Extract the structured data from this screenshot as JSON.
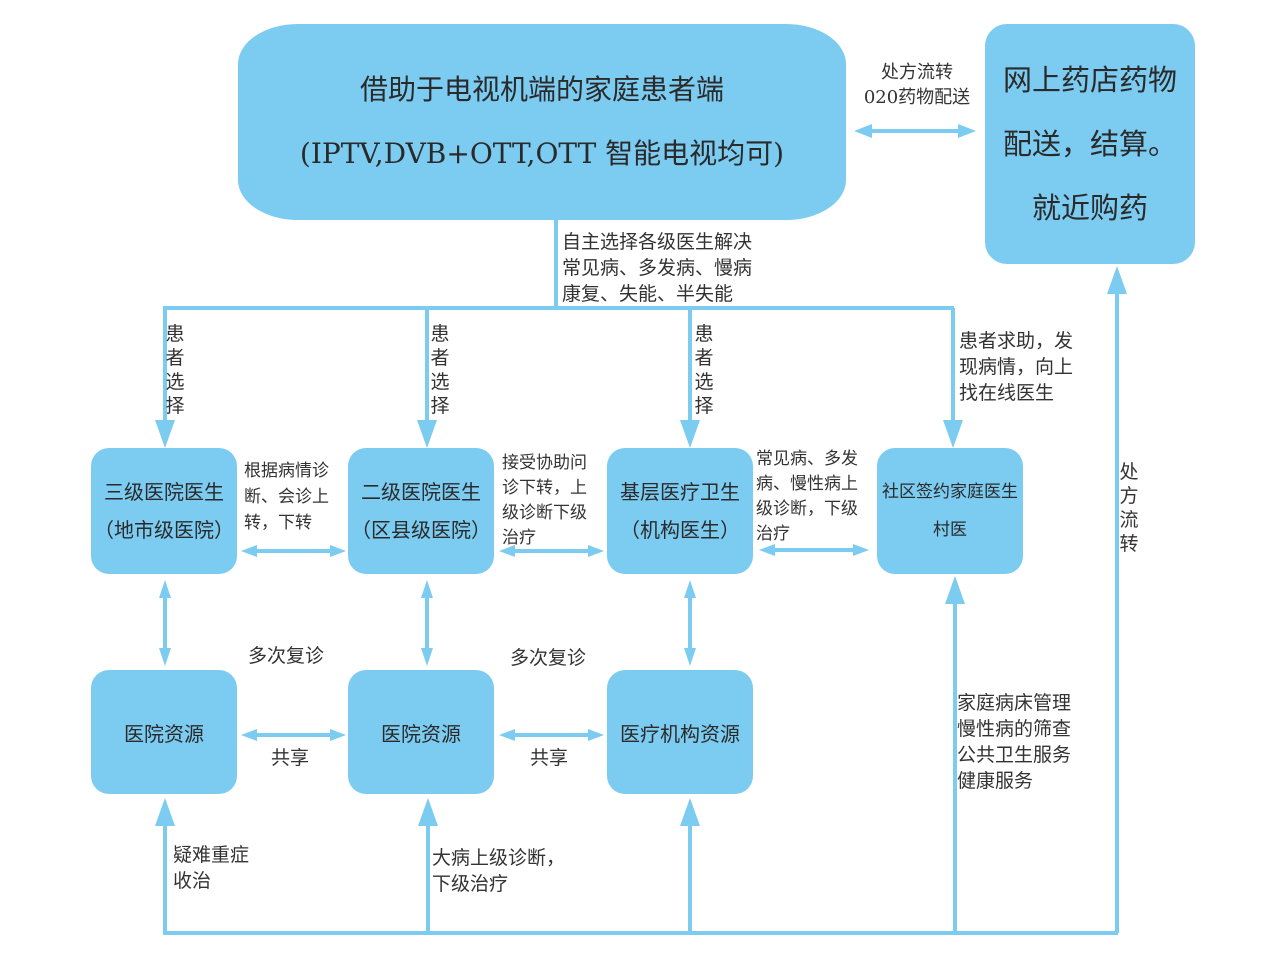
{
  "colors": {
    "box_fill": "#7ccbf1",
    "line": "#7ccbf1",
    "text": "#333333"
  },
  "nodes": {
    "patient_tv": {
      "line1": "借助于电视机端的家庭患者端",
      "line2": "(IPTV,DVB+OTT,OTT  智能电视均可)"
    },
    "pharmacy": {
      "line1": "网上药店药物",
      "line2": "配送，结算。",
      "line3": "就近购药"
    },
    "tier3_doctor": {
      "line1": "三级医院医生",
      "line2": "（地市级医院）"
    },
    "tier2_doctor": {
      "line1": "二级医院医生",
      "line2": "（区县级医院）"
    },
    "primary_doctor": {
      "line1": "基层医疗卫生",
      "line2": "（机构医生）"
    },
    "family_doctor": {
      "line1": "社区签约家庭医生",
      "line2": "村医"
    },
    "hospital_resource_1": {
      "line1": "医院资源"
    },
    "hospital_resource_2": {
      "line1": "医院资源"
    },
    "medical_institution_resource": {
      "line1": "医疗机构资源"
    }
  },
  "edge_labels": {
    "prescription_o2o": {
      "line1": "处方流转",
      "line2": "020药物配送"
    },
    "self_select": {
      "line1": "自主选择各级医生解决",
      "line2": "常见病、多发病、慢病",
      "line3": "康复、失能、半失能"
    },
    "patient_choice_1": "患者选择",
    "patient_choice_2": "患者选择",
    "patient_choice_3": "患者选择",
    "patient_help": {
      "line1": "患者求助，发",
      "line2": "现病情，向上",
      "line3": "找在线医生"
    },
    "tier3_tier2": {
      "line1": "根据病情诊",
      "line2": "断、会诊上",
      "line3": "转，下转"
    },
    "tier2_primary": {
      "line1": "接受协助问",
      "line2": "诊下转，上",
      "line3": "级诊断下级",
      "line4": "治疗"
    },
    "primary_family": {
      "line1": "常见病、多发",
      "line2": "病、慢性病上",
      "line3": "级诊断，下级",
      "line4": "治疗"
    },
    "follow_up_1": "多次复诊",
    "follow_up_2": "多次复诊",
    "share_1": "共享",
    "share_2": "共享",
    "prescription_flow": "处方流转",
    "family_services": {
      "line1": "家庭病床管理",
      "line2": "慢性病的筛查",
      "line3": "公共卫生服务",
      "line4": "健康服务"
    },
    "severe_cases": {
      "line1": "疑难重症",
      "line2": "收治"
    },
    "major_illness": {
      "line1": "大病上级诊断，",
      "line2": "下级治疗"
    }
  }
}
